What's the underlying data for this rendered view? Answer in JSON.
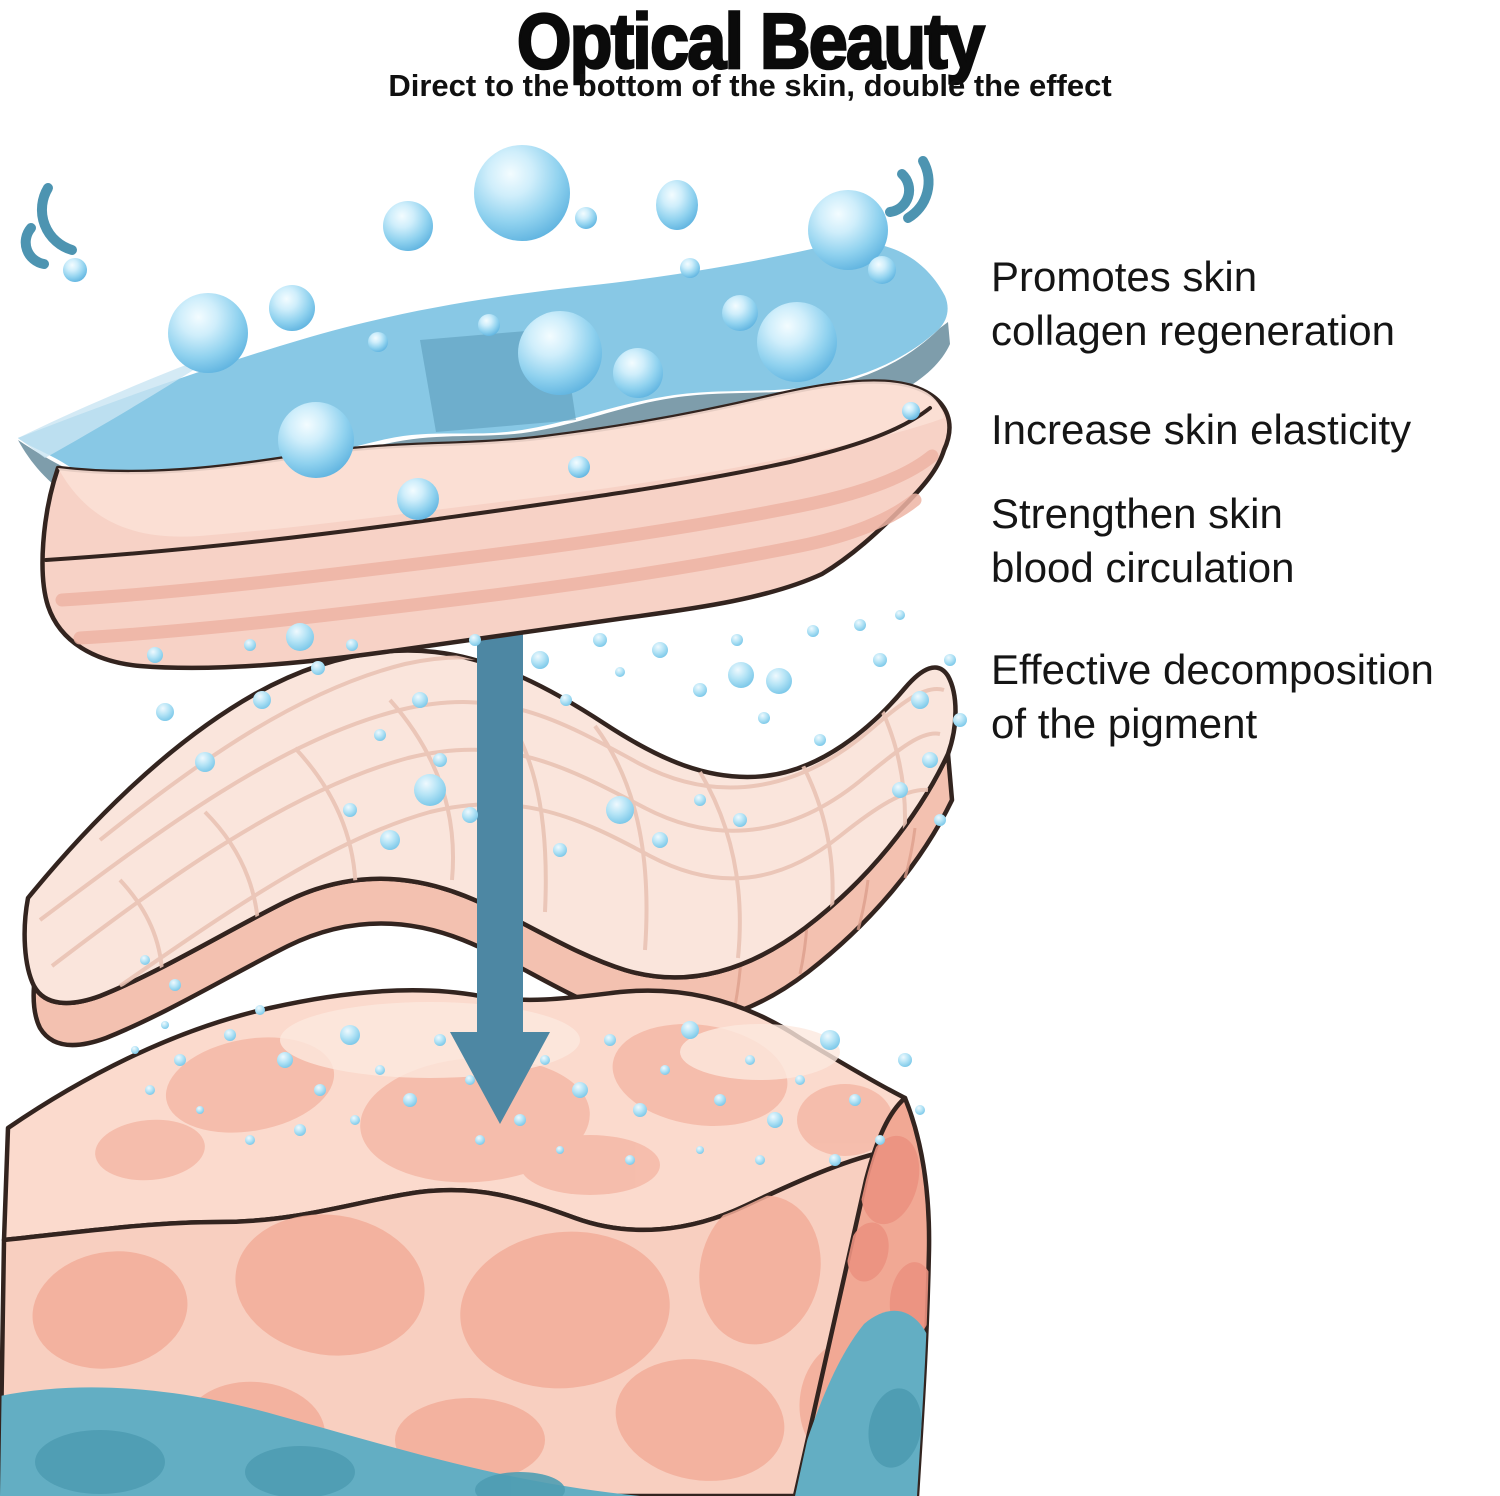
{
  "header": {
    "title": "Optical Beauty",
    "subtitle": "Direct to the bottom of the skin, double the effect"
  },
  "benefits": [
    {
      "lines": [
        "Promotes skin",
        "collagen regeneration"
      ]
    },
    {
      "lines": [
        "Increase skin elasticity"
      ]
    },
    {
      "lines": [
        "Strengthen skin",
        "blood circulation"
      ]
    },
    {
      "lines": [
        "Effective decomposition",
        "of the pigment"
      ]
    }
  ],
  "illustration": {
    "description": "Cross-section diagram of skin layers with water bubbles and a downward penetration arrow",
    "layers": [
      {
        "name": "water-film-layer"
      },
      {
        "name": "epidermis-layer"
      },
      {
        "name": "dermis-mesh-layer"
      },
      {
        "name": "hypodermis-block"
      }
    ],
    "palette": {
      "background": "#ffffff",
      "title_text": "#0b0b0b",
      "body_text": "#151515",
      "water_blue": "#88c8e5",
      "water_patch": "#5d9cbb",
      "underside_gray": "#7e9dab",
      "epidermis_pink": "#f7d2c6",
      "stripe_pink": "#eeb4a4",
      "outline": "#33241f",
      "mesh_pink": "#fae5dc",
      "mesh_grid": "#e9c3b4",
      "mesh_side": "#f3c1b0",
      "block_top": "#fbdacd",
      "block_front": "#f8cfc0",
      "block_side": "#f1a894",
      "block_blob": "#f5b9a7",
      "teal": "#63aec3",
      "teal_dark": "#4f9db3",
      "arrow_teal": "#4d87a3",
      "bubble_light": "#d9f1fb",
      "bubble_deep": "#57aedd",
      "wave_icon": "#4d94b1"
    }
  }
}
